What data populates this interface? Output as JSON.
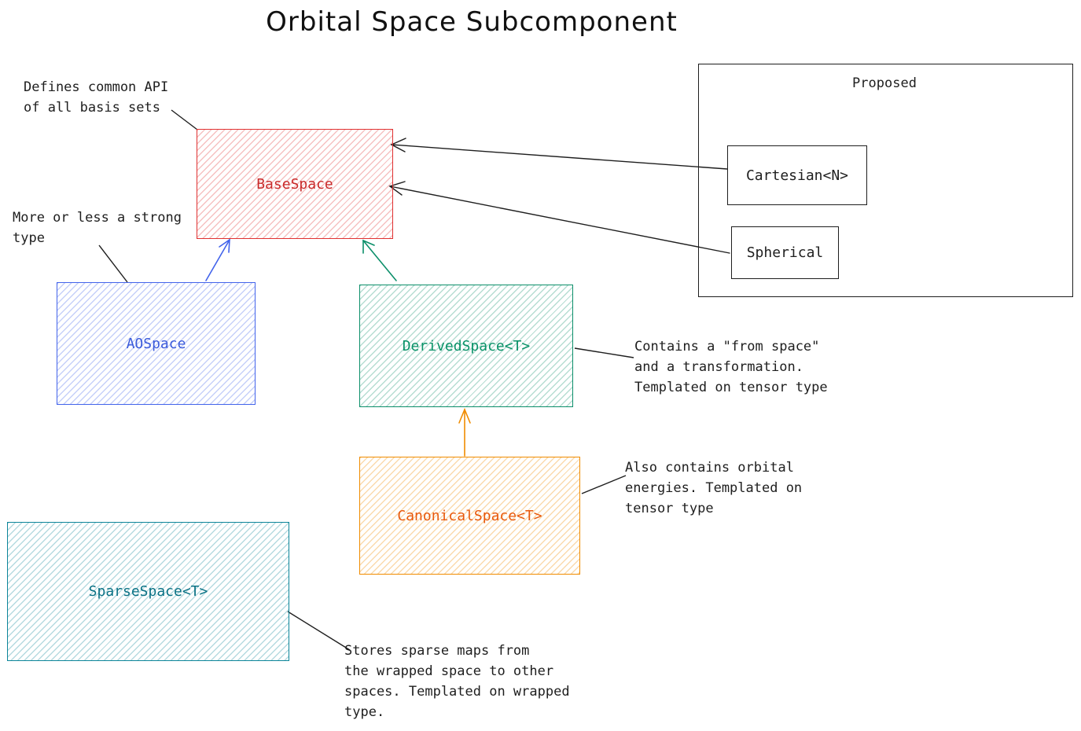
{
  "title": "Orbital Space Subcomponent",
  "nodes": {
    "base_space": "BaseSpace",
    "ao_space": "AOSpace",
    "derived_space": "DerivedSpace<T>",
    "canonical_space": "CanonicalSpace<T>",
    "sparse_space": "SparseSpace<T>",
    "cartesian": "Cartesian<N>",
    "spherical": "Spherical"
  },
  "proposed_group": {
    "label": "Proposed"
  },
  "notes": {
    "base_space": [
      "Defines common API",
      "of all basis sets"
    ],
    "ao_space": [
      "More or less a strong",
      "type"
    ],
    "derived_space": [
      "Contains a \"from space\"",
      "and a transformation.",
      "Templated on tensor type"
    ],
    "canonical_space": [
      "Also contains orbital",
      "energies. Templated on",
      "tensor type"
    ],
    "sparse_space": [
      "Stores sparse maps from",
      "the wrapped space to other",
      "spaces. Templated on wrapped",
      "type."
    ]
  },
  "colors": {
    "base_space": "#e03131",
    "ao_space": "#4263eb",
    "derived_space": "#0c8f6a",
    "canonical_space": "#f08c00",
    "sparse_space": "#0c8599",
    "ink": "#1e1e1e"
  }
}
